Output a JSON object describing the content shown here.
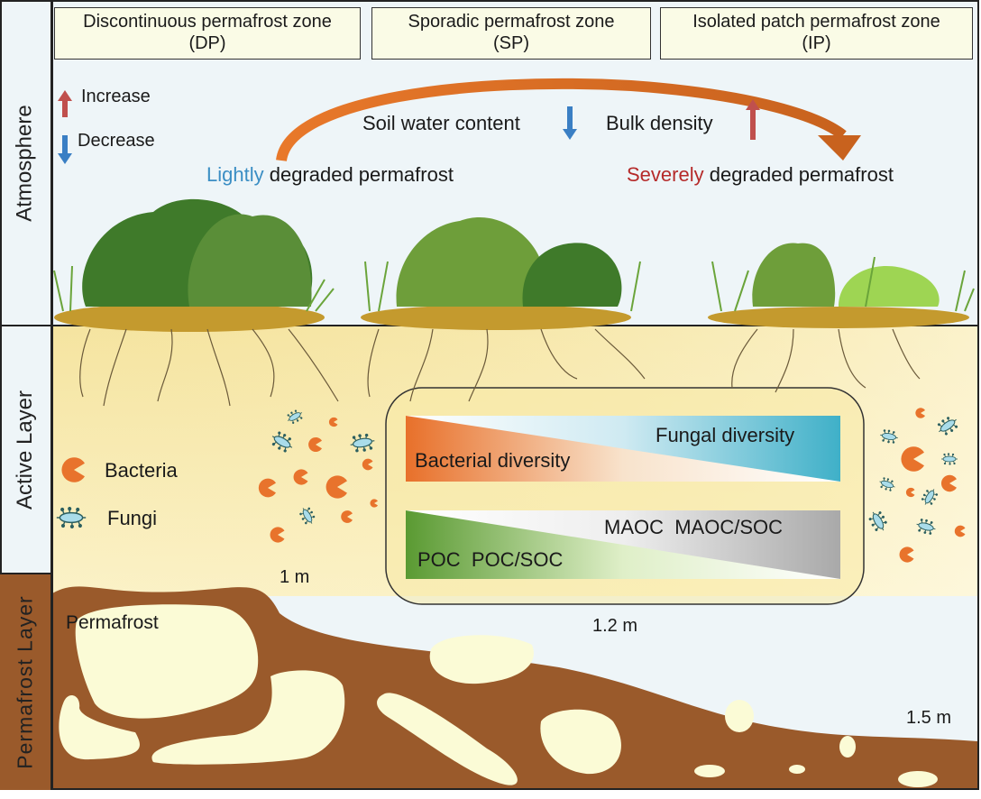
{
  "zones": [
    {
      "name": "Discontinuous permafrost zone",
      "abbr": "(DP)"
    },
    {
      "name": "Sporadic permafrost zone",
      "abbr": "(SP)"
    },
    {
      "name": "Isolated patch permafrost zone",
      "abbr": "(IP)"
    }
  ],
  "layers": {
    "atmosphere": "Atmosphere",
    "active": "Active Layer",
    "permafrost": "Permafrost Layer"
  },
  "legend": {
    "increase": "Increase",
    "decrease": "Decrease",
    "bacteria": "Bacteria",
    "fungi": "Fungi"
  },
  "gradient": {
    "soil_water": "Soil water content",
    "bulk_density": "Bulk density",
    "light_prefix": "Lightly",
    "light_suffix": "degraded permafrost",
    "severe_prefix": "Severely",
    "severe_suffix": "degraded permafrost"
  },
  "summary_box": {
    "fungal": "Fungal diversity",
    "bacterial": "Bacterial diversity",
    "maoc": "MAOC  MAOC/SOC",
    "poc": "POC  POC/SOC"
  },
  "depths": {
    "dp": "1 m",
    "sp": "1.2 m",
    "ip": "1.5 m"
  },
  "permafrost_label": "Permafrost",
  "colors": {
    "increase": "#c0504d",
    "decrease": "#3a7fc4",
    "light": "#3b8ec4",
    "severe": "#b52a2a",
    "arrow": "#e07a2a",
    "bacteria": "#e8732c",
    "fungi": "#a9dcea",
    "permafrost_soil": "#9a5a2b",
    "ice": "#fbfbd6",
    "active": "#f7e8a8",
    "sky": "#eef5f8"
  }
}
